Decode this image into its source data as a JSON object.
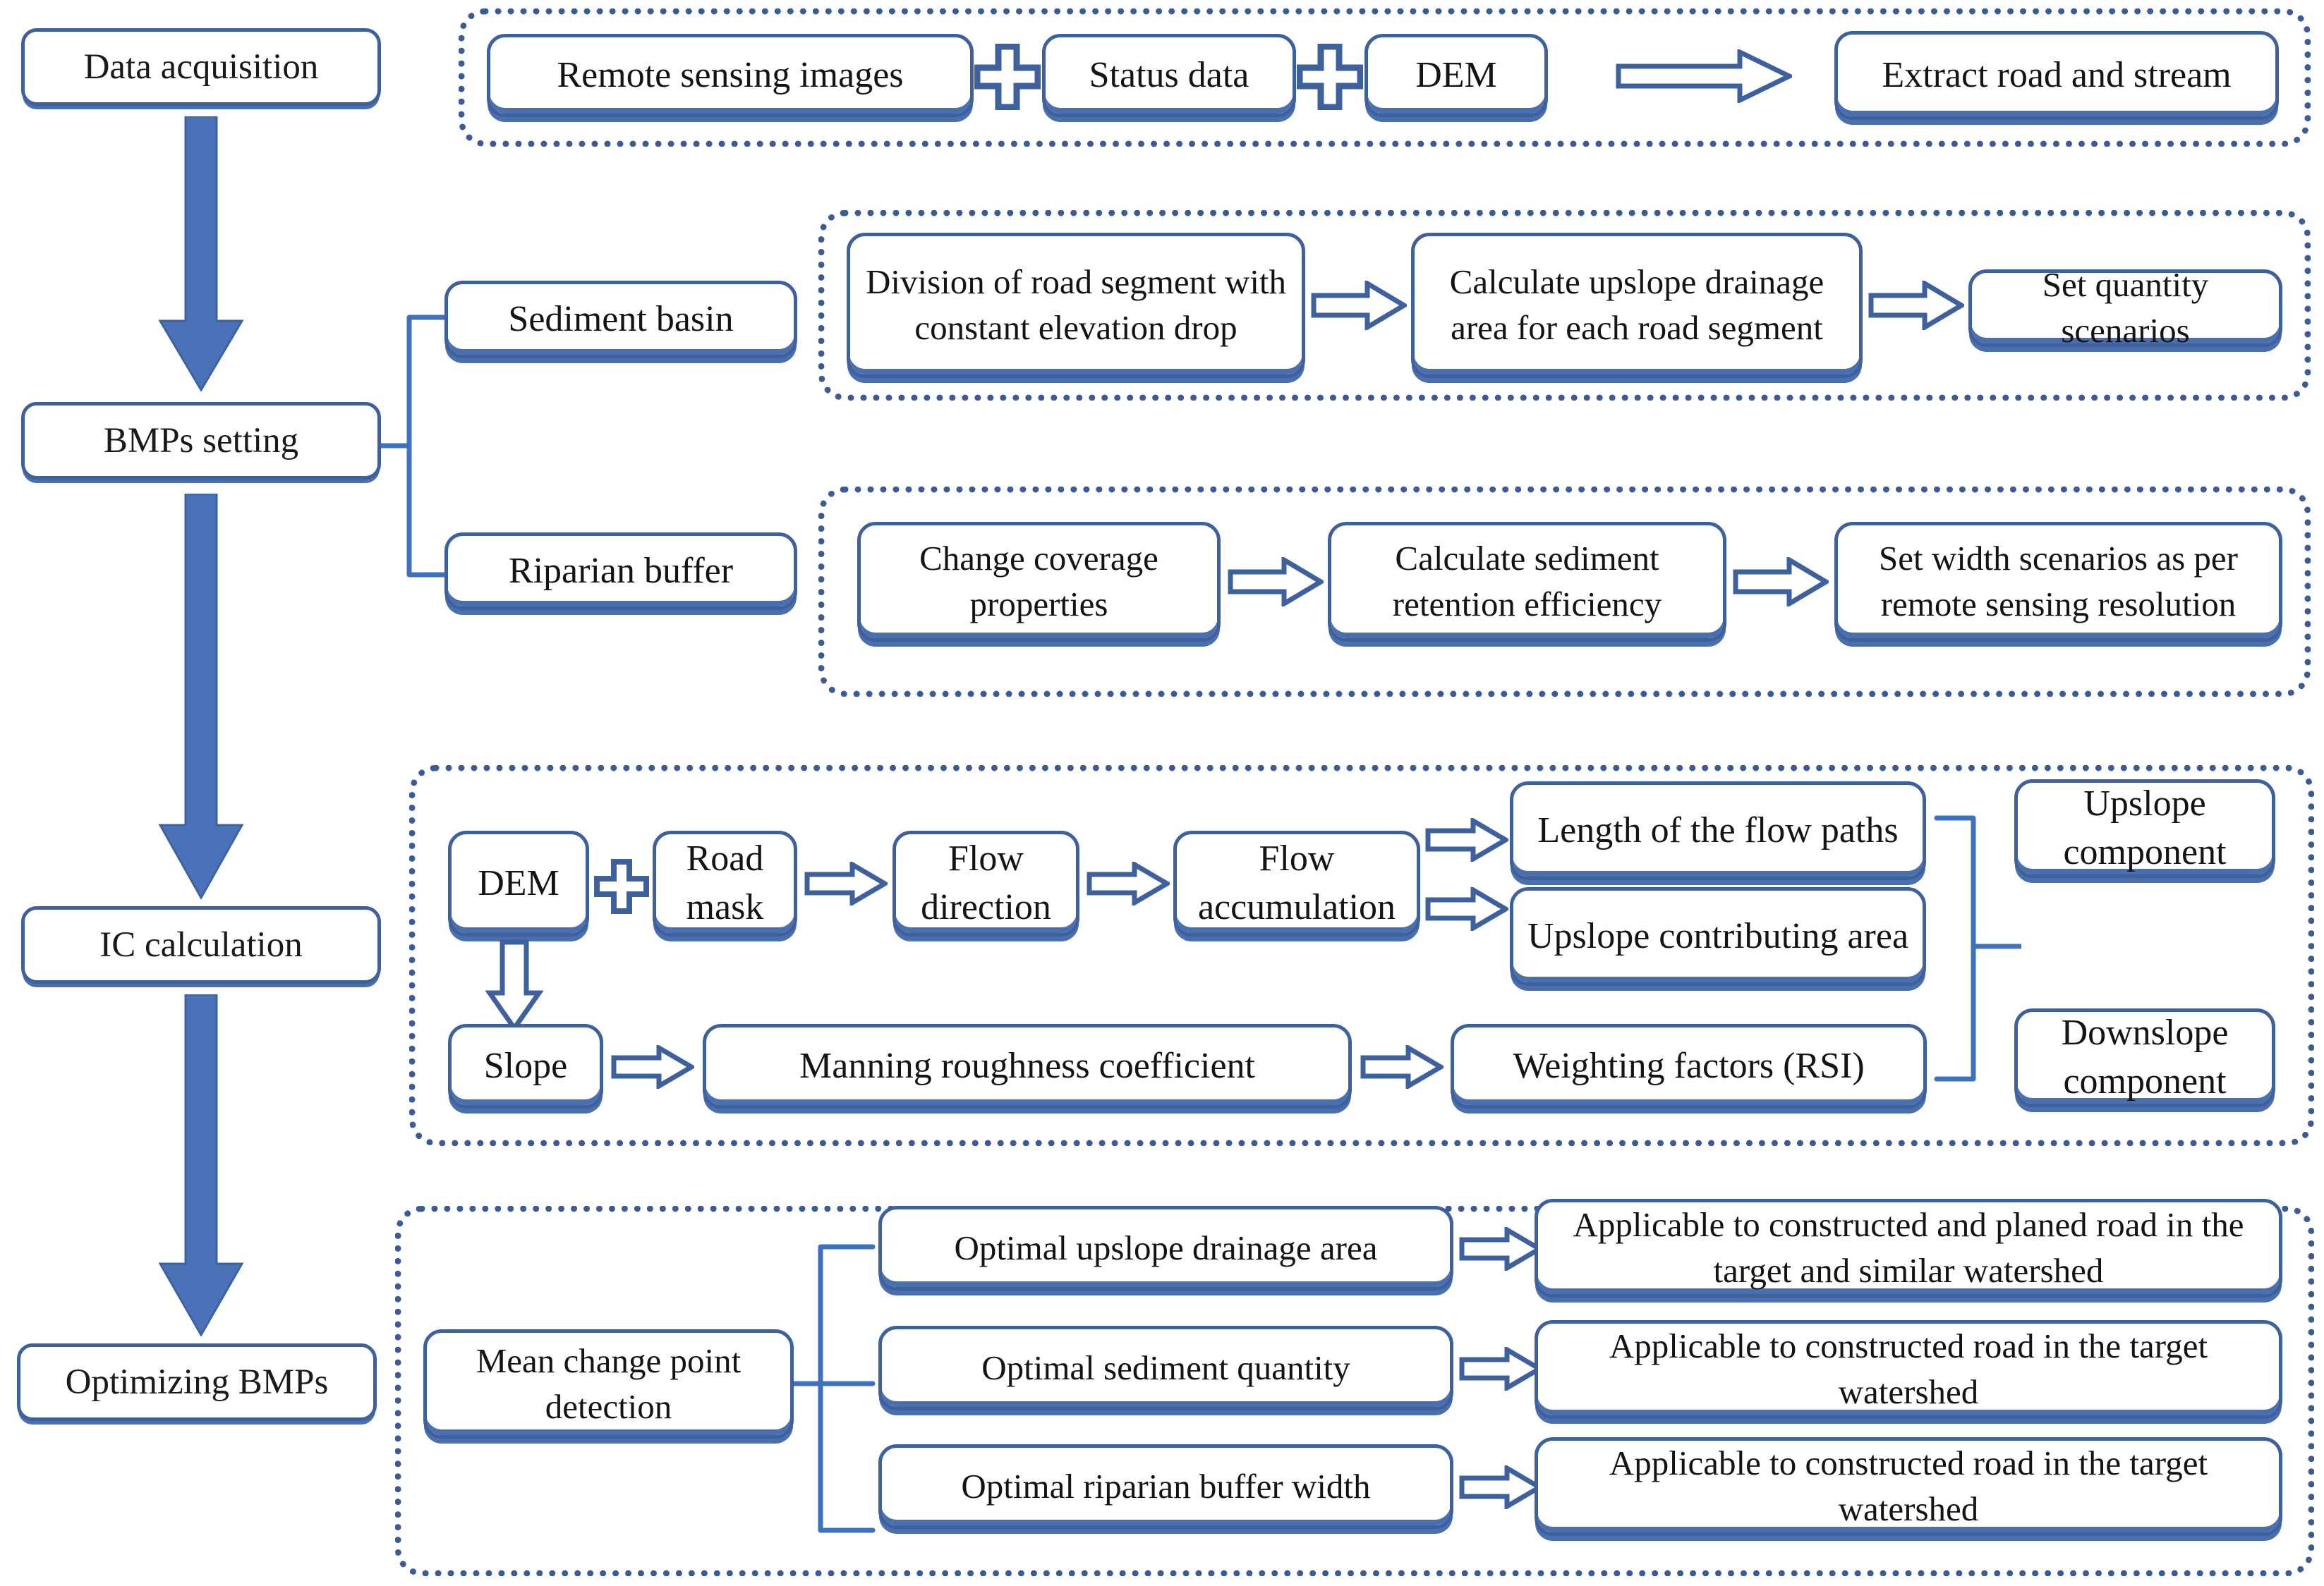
{
  "diagram": {
    "title": "BMP optimization workflow flowchart",
    "colors": {
      "box_border": "#3e619e",
      "box_fill": "#ffffff",
      "group_border": "#3a5b96",
      "arrow_fill": "#4a72b8",
      "text": "#141414"
    },
    "stages": [
      {
        "id": "data-acquisition",
        "label": "Data acquisition"
      },
      {
        "id": "bmps-setting",
        "label": "BMPs setting"
      },
      {
        "id": "ic-calculation",
        "label": "IC calculation"
      },
      {
        "id": "optimizing-bmps",
        "label": "Optimizing BMPs"
      }
    ],
    "row_data_acquisition": {
      "inputs": [
        {
          "label": "Remote sensing images"
        },
        {
          "label": "Status data"
        },
        {
          "label": "DEM"
        }
      ],
      "output": {
        "label": "Extract road and stream"
      },
      "connectors": [
        "plus-icon",
        "plus-icon",
        "arrow-right-icon"
      ]
    },
    "row_bmps": {
      "branches": [
        {
          "label": "Sediment basin"
        },
        {
          "label": "Riparian buffer"
        }
      ],
      "sediment_basin_steps": [
        {
          "label": "Division of road segment with constant elevation drop"
        },
        {
          "label": "Calculate upslope drainage area for each road segment"
        },
        {
          "label": "Set quantity scenarios"
        }
      ],
      "riparian_buffer_steps": [
        {
          "label": "Change coverage properties"
        },
        {
          "label": "Calculate sediment retention efficiency"
        },
        {
          "label": "Set width scenarios as per remote sensing resolution"
        }
      ]
    },
    "row_ic": {
      "top_chain": [
        {
          "label": "DEM"
        },
        {
          "label": "Road mask"
        },
        {
          "label": "Flow direction"
        },
        {
          "label": "Flow accumulation"
        }
      ],
      "outputs_upper": [
        {
          "label": "Length of the flow paths"
        },
        {
          "label": "Upslope contributing area"
        }
      ],
      "bottom_chain": [
        {
          "label": "Slope"
        },
        {
          "label": "Manning roughness coefficient"
        },
        {
          "label": "Weighting factors (RSI)"
        }
      ],
      "components": [
        {
          "label": "Upslope component"
        },
        {
          "label": "Downslope component"
        }
      ]
    },
    "row_optimizing": {
      "source": {
        "label": "Mean change point detection"
      },
      "items": [
        {
          "optimal": "Optimal upslope drainage area",
          "applicability": "Applicable to constructed and planed road in the target and similar watershed"
        },
        {
          "optimal": "Optimal sediment quantity",
          "applicability": "Applicable to constructed road in the target watershed"
        },
        {
          "optimal": "Optimal riparian buffer width",
          "applicability": "Applicable to constructed road in the target watershed"
        }
      ]
    }
  }
}
